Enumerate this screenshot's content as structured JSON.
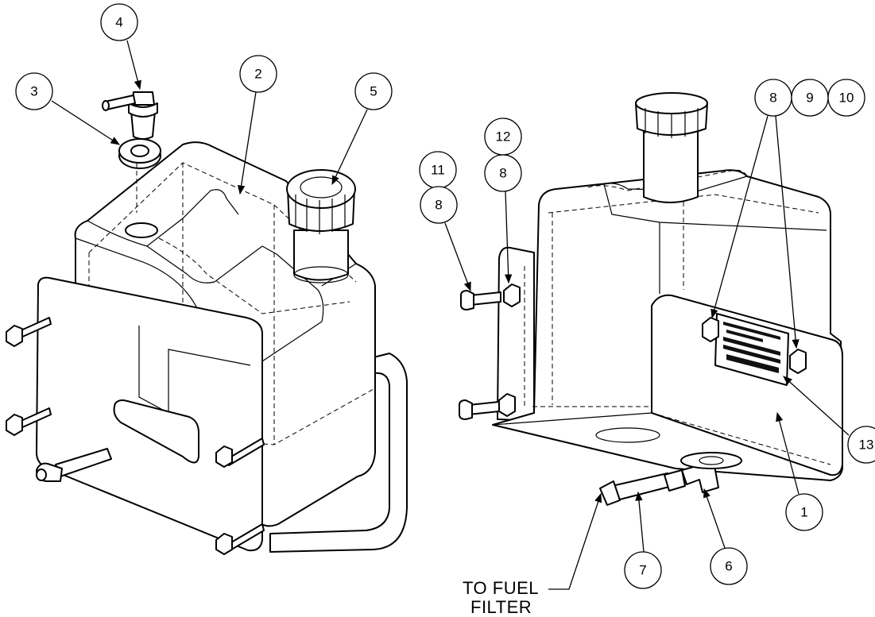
{
  "callouts": {
    "c1": "1",
    "c2": "2",
    "c3": "3",
    "c4": "4",
    "c5": "5",
    "c6": "6",
    "c7": "7",
    "c8a": "8",
    "c8b": "8",
    "c8c": "8",
    "c9": "9",
    "c10": "10",
    "c11": "11",
    "c12": "12",
    "c13": "13"
  },
  "notes": {
    "fuel_filter_line1": "TO FUEL",
    "fuel_filter_line2": "FILTER"
  }
}
